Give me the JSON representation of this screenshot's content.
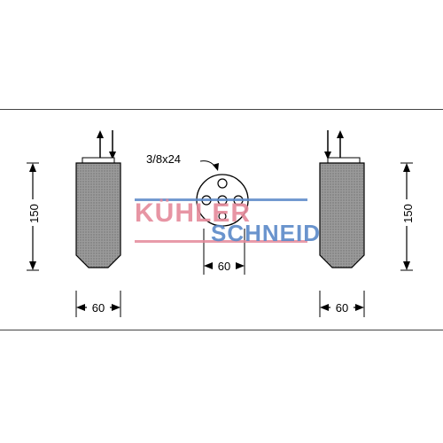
{
  "diagram": {
    "left_unit": {
      "height_label": "150",
      "width_label": "60",
      "port_arrows": [
        "up",
        "down"
      ]
    },
    "center_unit": {
      "thread_label": "3/8x24",
      "width_label": "60"
    },
    "right_unit": {
      "height_label": "150",
      "width_label": "60",
      "port_arrows": [
        "down",
        "up"
      ]
    },
    "watermark": {
      "line1": "KÜHLER",
      "line2": "SCHNEIDER",
      "color_red": "#e48a9a",
      "color_blue": "#5a88c8"
    },
    "colors": {
      "body_fill": "#8c8c8c",
      "line": "#000000"
    }
  }
}
